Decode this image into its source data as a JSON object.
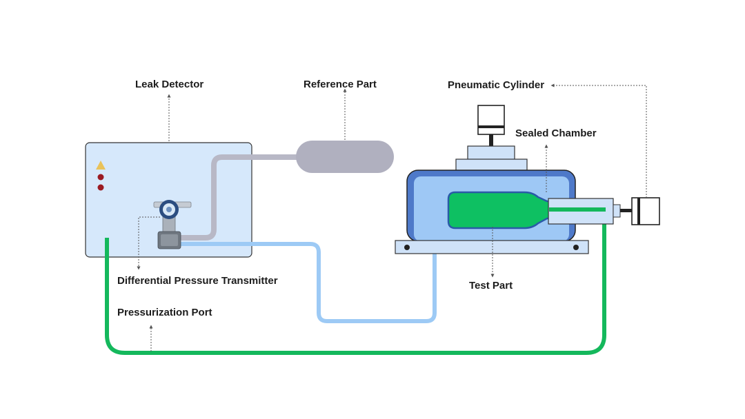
{
  "labels": {
    "leak_detector": "Leak Detector",
    "reference_part": "Reference Part",
    "pneumatic_cylinder": "Pneumatic Cylinder",
    "sealed_chamber": "Sealed Chamber",
    "differential_pressure_transmitter": "Differential Pressure Transmitter",
    "test_part": "Test Part",
    "pressurization_port": "Pressurization Port"
  },
  "colors": {
    "detector_box": "#d6e8fb",
    "reference_part": "#b0b0bf",
    "chamber_outer": "#4e79c9",
    "chamber_inner": "#9ec8f5",
    "test_part": "#0ec062",
    "green_line": "#14b85c",
    "blue_line": "#9dcaf5",
    "gray_line": "#b8b8c6",
    "warning": "#e9c25a",
    "indicator": "#9b1b22"
  }
}
